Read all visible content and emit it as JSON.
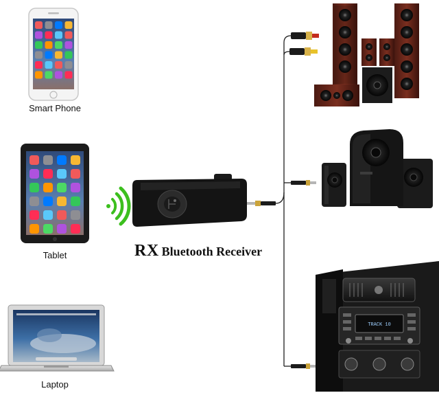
{
  "devices": {
    "phone_label": "Smart Phone",
    "tablet_label": "Tablet",
    "laptop_label": "Laptop"
  },
  "receiver": {
    "title_rx": "RX",
    "title_rest": "Bluetooth Receiver"
  },
  "car_display_text": "TRACK 10"
}
